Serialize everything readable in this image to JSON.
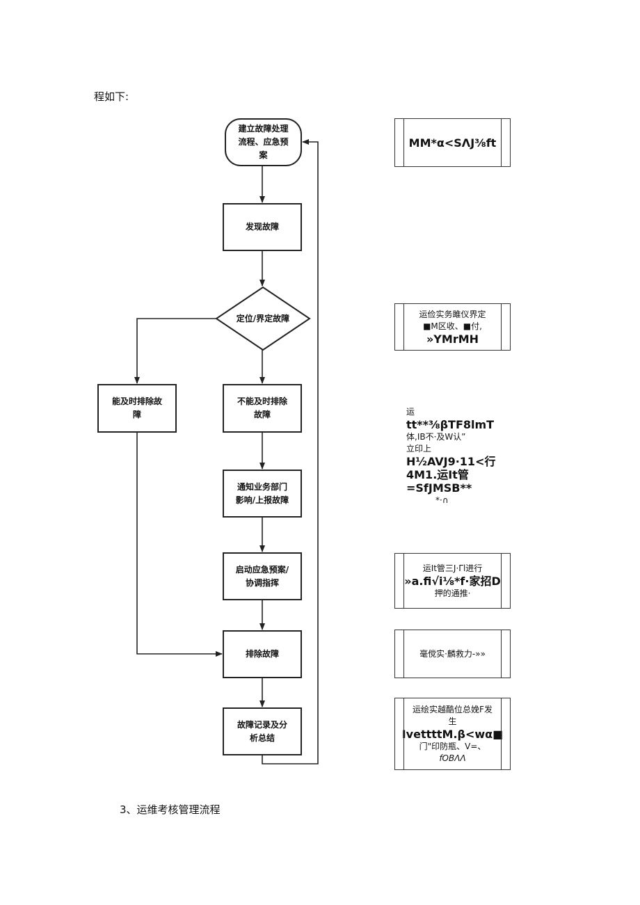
{
  "intro_text": "程如下:",
  "footer_text": "3、运维考核管理流程",
  "flow": {
    "start": [
      "建立故障处理",
      "流程、应急预",
      "案"
    ],
    "find": [
      "发现故障"
    ],
    "decision": [
      "定位/界定故障"
    ],
    "left_branch": [
      "能及时排除故",
      "障"
    ],
    "right_branch": [
      "不能及时排除",
      "故障"
    ],
    "notify": [
      "通知业务部门",
      "影响/上报故障"
    ],
    "activate": [
      "启动应急预案/",
      "协调指挥"
    ],
    "resolve": [
      "排除故障"
    ],
    "record": [
      "故障记录及分",
      "析总结"
    ]
  },
  "notes": [
    {
      "lines": [
        {
          "text": "MM*α<SΛJ⅜ft",
          "big": true
        }
      ]
    },
    {
      "lines": [
        {
          "text": "运俭实务雎仪界定",
          "big": false
        },
        {
          "text": "■M区收、■付,",
          "big": false
        },
        {
          "text": "»YMrMH",
          "big": true
        }
      ]
    },
    {
      "lines": [
        {
          "text": "运",
          "big": false
        },
        {
          "text": "tt**⅜βTF8lmT",
          "big": true
        },
        {
          "text": "体,IB不·及W认”",
          "big": false
        },
        {
          "text": "立印上",
          "big": false
        },
        {
          "text": "H½AVJ9·11<行",
          "big": true
        },
        {
          "text": "4M1.运It管",
          "big": true
        },
        {
          "text": "=SfJMSB**",
          "big": true
        },
        {
          "text": "*·∩",
          "big": false
        }
      ]
    },
    {
      "lines": [
        {
          "text": "运It管三J·Γl进行",
          "big": false
        },
        {
          "text": "»a.fi√i⅛*f·家招D",
          "big": true
        },
        {
          "text": "押的通推·",
          "big": false
        }
      ]
    },
    {
      "lines": [
        {
          "text": "毫傥实·麟救力-»»",
          "big": false
        }
      ]
    },
    {
      "lines": [
        {
          "text": "运绘实越酷位总娩F发",
          "big": false
        },
        {
          "text": "生",
          "big": false
        },
        {
          "text": "IvettttM.β<wα■",
          "big": true
        },
        {
          "text": "门\"印防瓶、V=、",
          "big": false
        },
        {
          "text": "fOBΛΛ",
          "big": false
        }
      ]
    }
  ]
}
